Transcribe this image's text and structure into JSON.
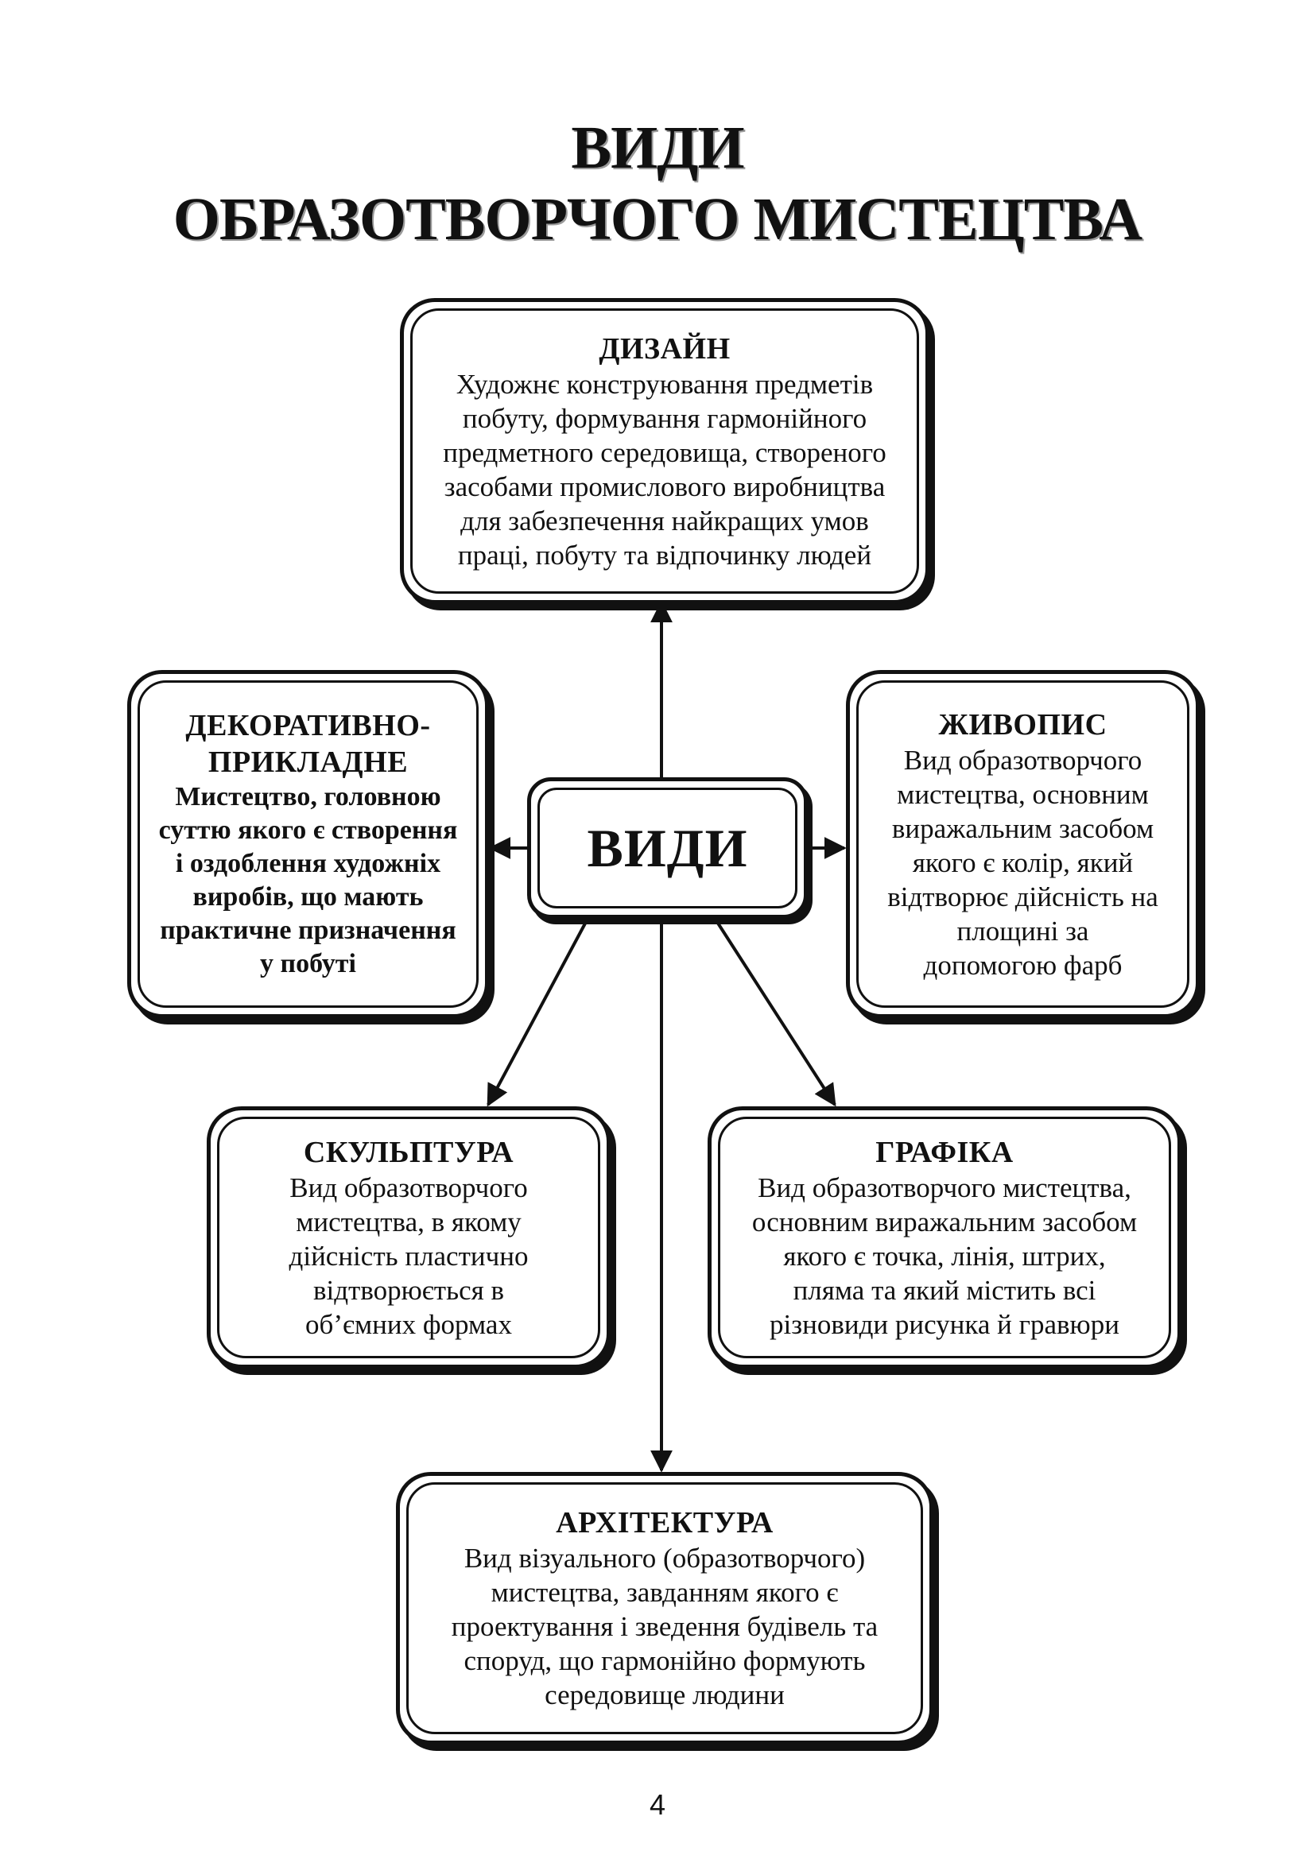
{
  "title": {
    "line1": "ВИДИ",
    "line2": "ОБРАЗОТВОРЧОГО МИСТЕЦТВА"
  },
  "center": {
    "label": "ВИДИ"
  },
  "boxes": {
    "design": {
      "heading": "ДИЗАЙН",
      "lines": [
        "Художнє конструювання предметів",
        "побуту, формування гармонійного",
        "предметного середовища, створеного",
        "засобами промислового виробництва",
        "для забезпечення найкращих умов",
        "праці, побуту та відпочинку людей"
      ]
    },
    "decorative": {
      "heading_lines": [
        "ДЕКОРАТИВНО-",
        "ПРИКЛАДНЕ"
      ],
      "lines": [
        "Мистецтво, головною",
        "суттю якого є створення",
        "і оздоблення художніх",
        "виробів, що мають",
        "практичне призначення",
        "у побуті"
      ]
    },
    "painting": {
      "heading": "ЖИВОПИС",
      "lines": [
        "Вид образотворчого",
        "мистецтва, основним",
        "виражальним засобом",
        "якого є колір, який",
        "відтворює дійсність на",
        "площині за",
        "допомогою фарб"
      ]
    },
    "sculpture": {
      "heading": "СКУЛЬПТУРА",
      "lines": [
        "Вид образотворчого",
        "мистецтва, в якому",
        "дійсність пластично",
        "відтворюється в",
        "об’ємних формах"
      ]
    },
    "graphics": {
      "heading": "ГРАФІКА",
      "lines": [
        "Вид образотворчого мистецтва,",
        "основним виражальним засобом",
        "якого є точка, лінія, штрих,",
        "пляма та який містить всі",
        "різновиди рисунка й гравюри"
      ]
    },
    "architecture": {
      "heading": "АРХІТЕКТУРА",
      "lines": [
        "Вид візуального (образотворчого)",
        "мистецтва, завданням якого є",
        "проектування і зведення будівель та",
        "споруд, що гармонійно формують",
        "середовище людини"
      ]
    }
  },
  "page_number": "4",
  "colors": {
    "ink": "#111111",
    "title_shadow": "#9a9a9a",
    "background": "#ffffff"
  }
}
